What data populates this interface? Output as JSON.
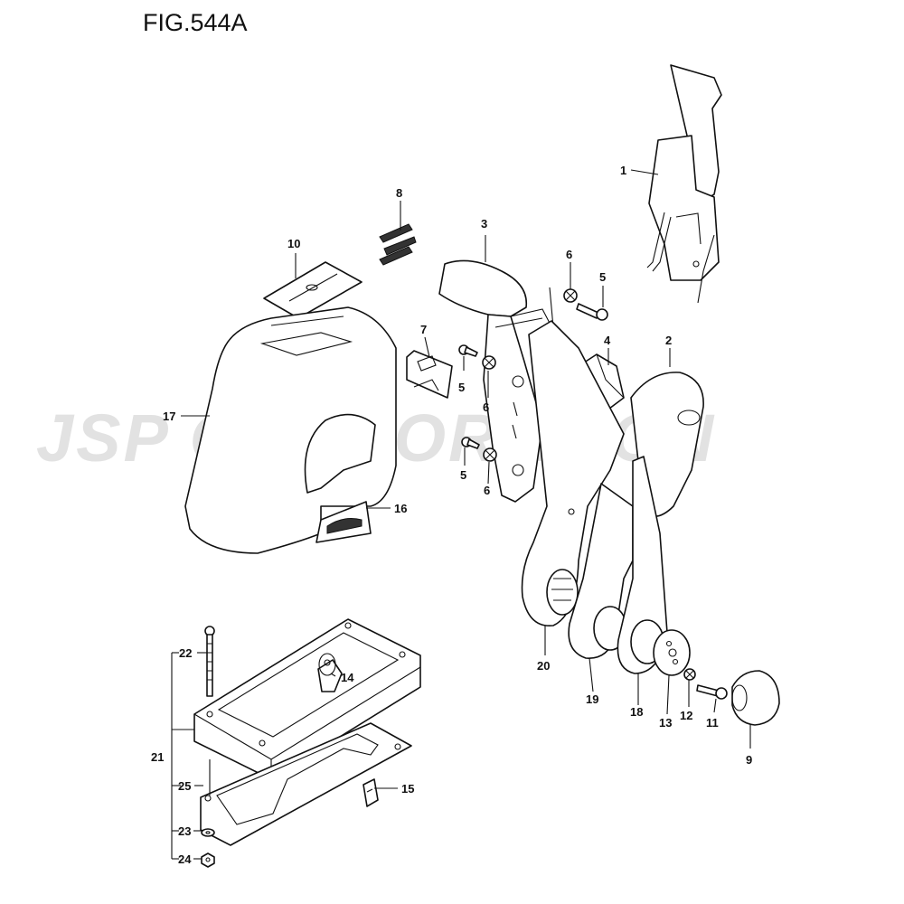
{
  "figure": {
    "title": "FIG.544A",
    "watermark": "JSP CORPORATION"
  },
  "callouts": [
    {
      "id": "c1",
      "label": "1"
    },
    {
      "id": "c2",
      "label": "2"
    },
    {
      "id": "c3",
      "label": "3"
    },
    {
      "id": "c4",
      "label": "4"
    },
    {
      "id": "c5a",
      "label": "5"
    },
    {
      "id": "c5b",
      "label": "5"
    },
    {
      "id": "c5c",
      "label": "5"
    },
    {
      "id": "c6a",
      "label": "6"
    },
    {
      "id": "c6b",
      "label": "6"
    },
    {
      "id": "c6c",
      "label": "6"
    },
    {
      "id": "c7",
      "label": "7"
    },
    {
      "id": "c8",
      "label": "8"
    },
    {
      "id": "c9",
      "label": "9"
    },
    {
      "id": "c10",
      "label": "10"
    },
    {
      "id": "c11",
      "label": "11"
    },
    {
      "id": "c12",
      "label": "12"
    },
    {
      "id": "c13",
      "label": "13"
    },
    {
      "id": "c14",
      "label": "14"
    },
    {
      "id": "c15",
      "label": "15"
    },
    {
      "id": "c16",
      "label": "16"
    },
    {
      "id": "c17",
      "label": "17"
    },
    {
      "id": "c18",
      "label": "18"
    },
    {
      "id": "c19",
      "label": "19"
    },
    {
      "id": "c20",
      "label": "20"
    },
    {
      "id": "c21",
      "label": "21"
    },
    {
      "id": "c22",
      "label": "22"
    },
    {
      "id": "c23",
      "label": "23"
    },
    {
      "id": "c24",
      "label": "24"
    },
    {
      "id": "c25",
      "label": "25"
    }
  ]
}
